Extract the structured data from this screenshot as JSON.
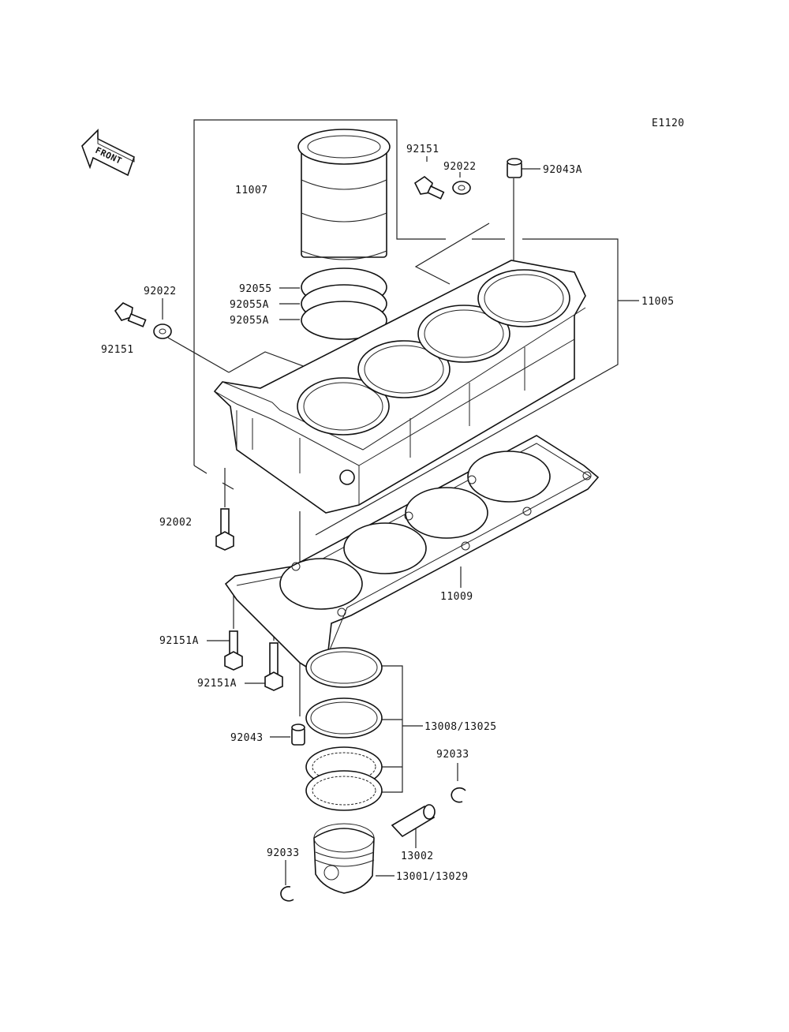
{
  "diagram_code": "E1120",
  "front_label": "FRONT",
  "parts": {
    "p11007": "11007",
    "p92151_top": "92151",
    "p92022_top": "92022",
    "p92043A": "92043A",
    "p92022_left": "92022",
    "p92151_left": "92151",
    "p92055": "92055",
    "p92055A_1": "92055A",
    "p92055A_2": "92055A",
    "p11005": "11005",
    "p92002": "92002",
    "p11009": "11009",
    "p92151A_1": "92151A",
    "p92151A_2": "92151A",
    "p13008": "13008/13025",
    "p92043": "92043",
    "p92033_right": "92033",
    "p13002": "13002",
    "p92033_left": "92033",
    "p13001": "13001/13029"
  }
}
